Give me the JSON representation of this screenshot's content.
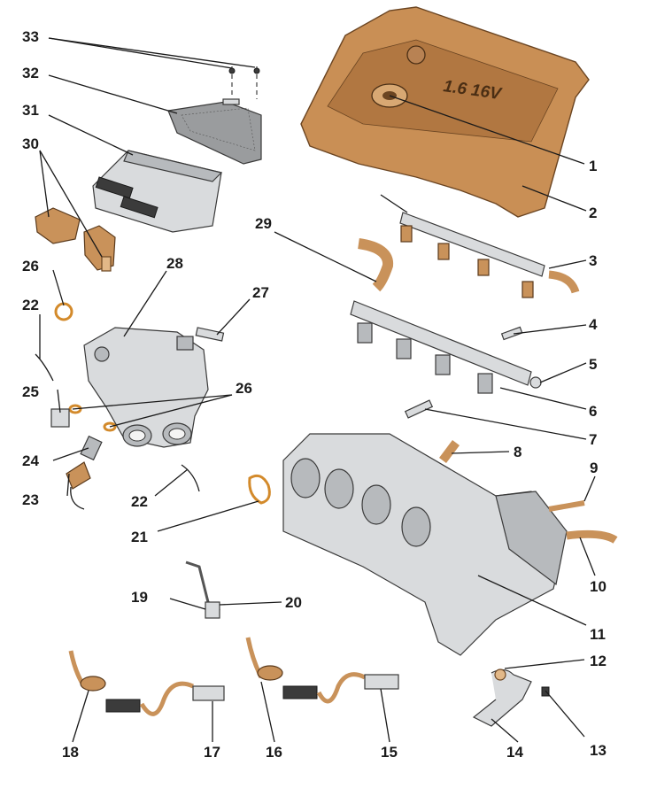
{
  "diagram": {
    "callouts": [
      "1",
      "2",
      "3",
      "4",
      "5",
      "6",
      "7",
      "8",
      "9",
      "10",
      "11",
      "12",
      "13",
      "14",
      "15",
      "16",
      "17",
      "18",
      "19",
      "20",
      "21",
      "22",
      "22",
      "23",
      "24",
      "25",
      "26",
      "26",
      "27",
      "28",
      "29",
      "30",
      "31",
      "32",
      "33"
    ],
    "cover_text": "1.6 16V"
  },
  "colors": {
    "cover": "#c98f55",
    "cover_dark": "#8a5a30",
    "metal": "#d9dbdd",
    "seal": "#d38a2b",
    "line": "#1a1a1a"
  },
  "icons": [
    "engine-cover-icon",
    "fuel-rail-icon",
    "intake-manifold-icon",
    "throttle-body-icon",
    "ecu-icon",
    "sensor-icon",
    "seal-ring-icon",
    "bolt-icon",
    "hose-icon",
    "bracket-icon"
  ]
}
